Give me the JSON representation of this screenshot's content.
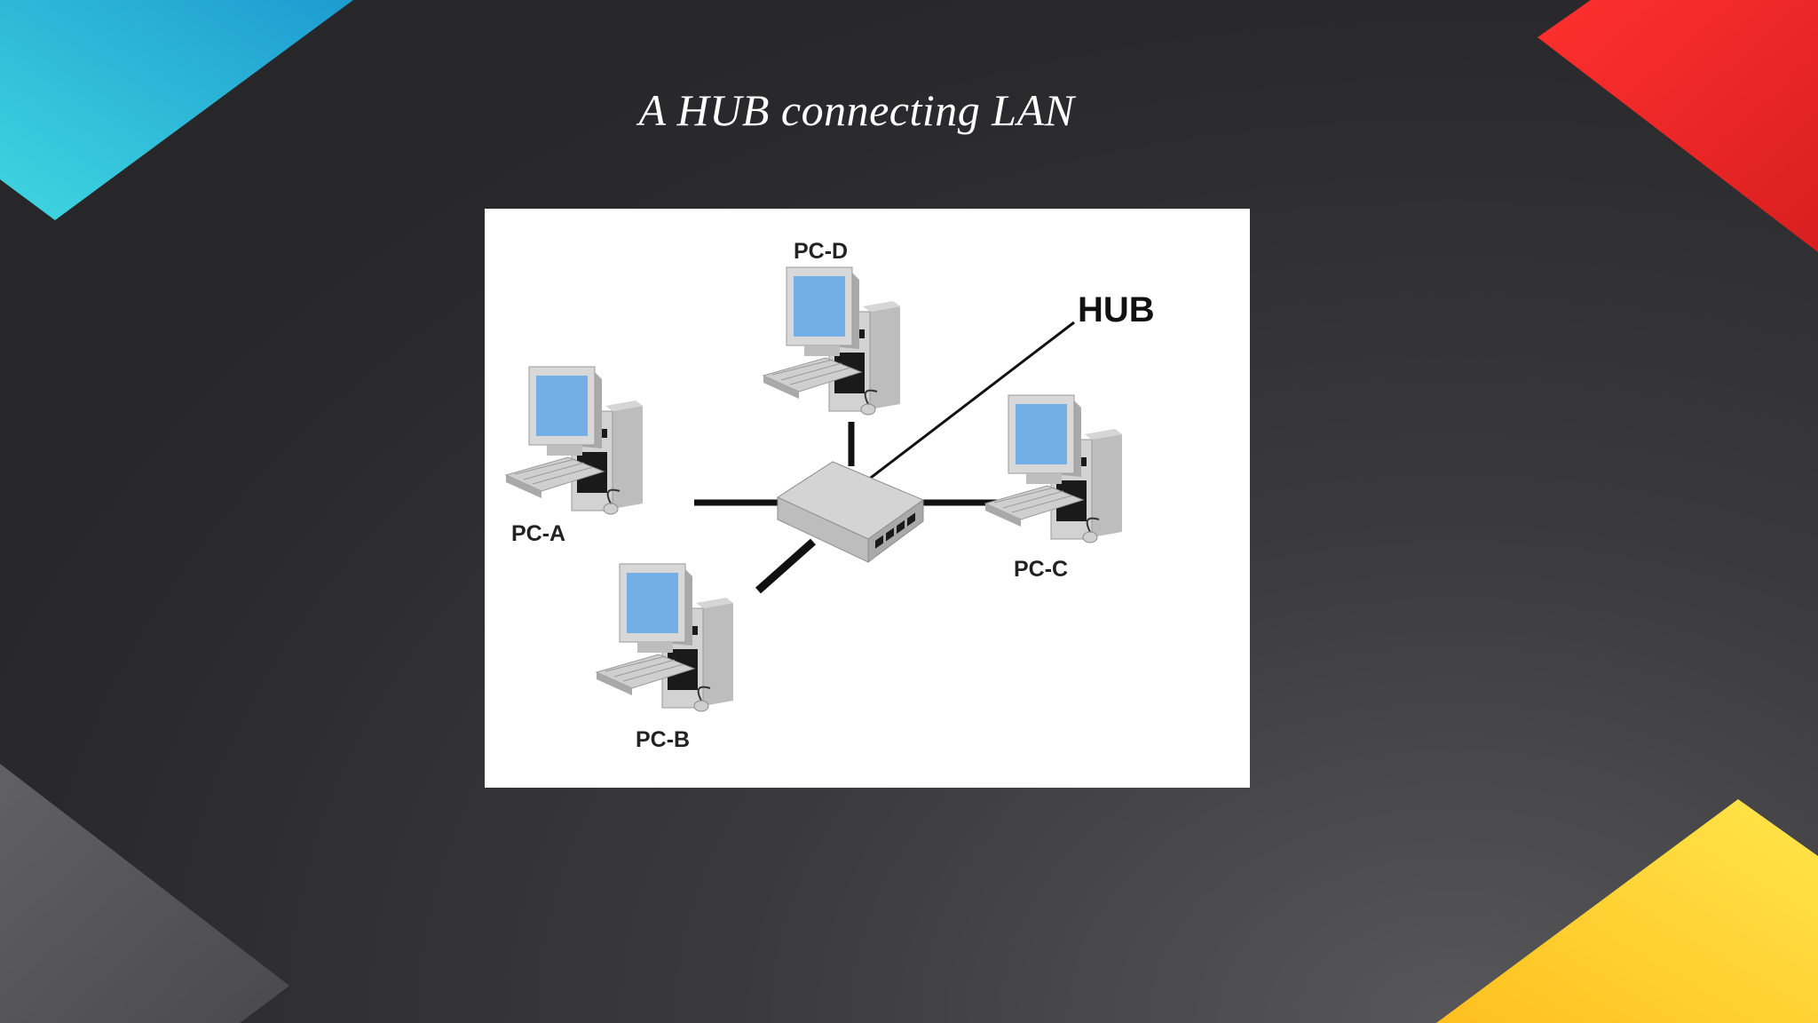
{
  "slide": {
    "title": "A HUB connecting LAN"
  },
  "diagram": {
    "hub_label": "HUB",
    "pcs": [
      {
        "id": "pc-a",
        "label": "PC-A"
      },
      {
        "id": "pc-b",
        "label": "PC-B"
      },
      {
        "id": "pc-c",
        "label": "PC-C"
      },
      {
        "id": "pc-d",
        "label": "PC-D"
      }
    ]
  },
  "colors": {
    "corner_top_left": "#2ec9d8",
    "corner_top_right": "#f02a2a",
    "corner_bottom_right": "#ffd52a",
    "corner_bottom_left": "#5a5a5c",
    "screen": "#74aee6"
  }
}
